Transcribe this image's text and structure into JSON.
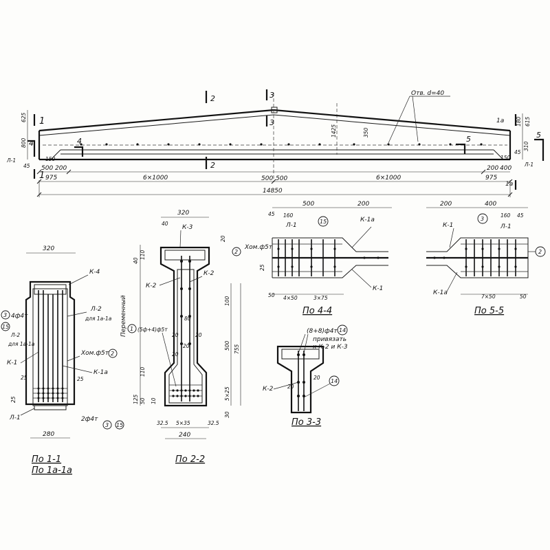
{
  "elevation": {
    "hole_note": "Отв. d=40",
    "cuts": {
      "c2": "2",
      "c3": "3",
      "c1": "1",
      "c1a": "1а",
      "c4": "4",
      "c5": "5"
    },
    "dims": {
      "left_top": "625",
      "left_mid": "800",
      "right_a": "180",
      "right_b": "615",
      "right_c": "310",
      "mid_h": "1425",
      "mid_h2": "350",
      "l45": "45",
      "l150": "150",
      "l500": "500",
      "l200": "200",
      "l975": "975",
      "span_left": "6×1000",
      "span_right": "6×1000",
      "c500a": "500",
      "c500b": "500",
      "r200": "200",
      "r400": "400",
      "r975": "975",
      "r45": "45",
      "r150": "150",
      "total": "14850"
    },
    "labels": {
      "l1": "Л-1",
      "l1r": "Л-1",
      "m1": "1",
      "m1a": "1а"
    }
  },
  "sec1": {
    "caption1": "По 1-1",
    "caption2": "По 1а-1а",
    "w_top": "320",
    "w_bot": "280",
    "k4": "К-4",
    "l2": "Л-2",
    "l2note": "для 1а-1а",
    "bar_d": "4ф4т",
    "l2b": "Л-2",
    "l2bnote": "для 1а-1а",
    "hom": "Хом.ф5т",
    "k1": "К-1",
    "k1a": "К-1а",
    "d25a": "25",
    "d25b": "25",
    "d25c": "25",
    "l1": "Л-1",
    "bot_bars": "2ф4т",
    "m3": "3",
    "m15": "15",
    "m15b": "15",
    "m2": "2",
    "m3b": "3"
  },
  "sec2": {
    "caption": "По 2-2",
    "w_top": "320",
    "w40": "40",
    "k3": "К-3",
    "d20": "20",
    "hom": "Хом.ф5т",
    "m2": "2",
    "d40": "40",
    "d110": "110",
    "k2": "К-2",
    "k2b": "К-2",
    "variable": "Переменный",
    "d100": "100",
    "d80": "80",
    "d20a": "20",
    "d20b": "20",
    "d20c": "20",
    "d500": "500",
    "d755": "755",
    "d20d": "20",
    "d110b": "110",
    "d125": "125",
    "d50": "50",
    "d10": "10",
    "d5x25": "5×25",
    "d30": "30",
    "m1": "1",
    "bars": "(5ф+4)ф5т",
    "d325a": "32.5",
    "d5x35": "5×35",
    "d325b": "32.5",
    "w_bot": "240"
  },
  "sec3": {
    "caption": "По 3-3",
    "bars": "(8+8)ф4т",
    "m14": "14",
    "note1": "привязать",
    "note2": "к К-2 и К-3",
    "k2": "К-2",
    "d20": "20",
    "d20b": "20",
    "m14b": "14"
  },
  "sec4": {
    "caption": "По 4-4",
    "d500": "500",
    "d200": "200",
    "d45": "45",
    "d160": "160",
    "l1": "Л-1",
    "m15": "15",
    "k1a": "К-1а",
    "d25": "25",
    "d50": "50",
    "d4x50": "4×50",
    "d3x75": "3×75",
    "k1": "К-1"
  },
  "sec5": {
    "caption": "По 5-5",
    "d200": "200",
    "d400": "400",
    "d160": "160",
    "d45": "45",
    "k1": "К-1",
    "m3": "3",
    "l1": "Л-1",
    "m2": "2",
    "k1a": "К-1а",
    "d7x50": "7×50",
    "d50": "50"
  }
}
